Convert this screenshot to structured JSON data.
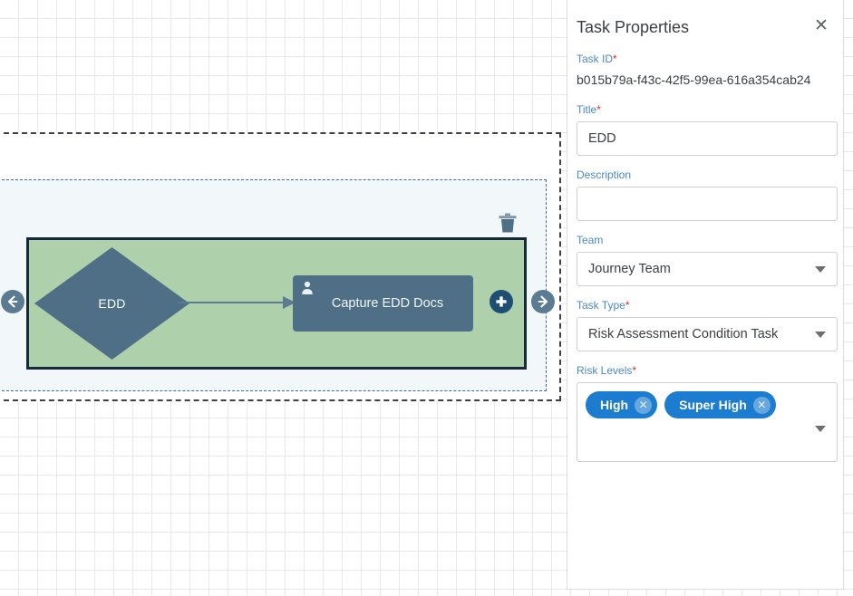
{
  "canvas": {
    "group_label": "decision-group",
    "nodes": [
      {
        "id": "edd-decision",
        "label": "EDD",
        "shape": "diamond"
      },
      {
        "id": "capture-edd-docs",
        "label": "Capture EDD Docs",
        "shape": "rounded-rect",
        "icon": "user-icon"
      }
    ],
    "controls": {
      "left_arrow": "←",
      "right_arrow": "→",
      "plus": "+",
      "delete": "trash-icon"
    }
  },
  "panel": {
    "title": "Task Properties",
    "close_label": "✕",
    "fields": {
      "task_id": {
        "label": "Task ID",
        "required": true,
        "value": "b015b79a-f43c-42f5-99ea-616a354cab24"
      },
      "title": {
        "label": "Title",
        "required": true,
        "value": "EDD",
        "placeholder": ""
      },
      "description": {
        "label": "Description",
        "required": false,
        "value": "",
        "placeholder": ""
      },
      "team": {
        "label": "Team",
        "required": false,
        "value": "Journey Team"
      },
      "task_type": {
        "label": "Task Type",
        "required": true,
        "value": "Risk Assessment Condition Task"
      },
      "risk_levels": {
        "label": "Risk Levels",
        "required": true,
        "chips": [
          {
            "label": "High",
            "remove": "✕"
          },
          {
            "label": "Super High",
            "remove": "✕"
          }
        ]
      }
    }
  },
  "colors": {
    "accent_blue": "#1c7cd0",
    "label_blue": "#4a89c7",
    "required_red": "#d93025",
    "group_green": "#aed0ab",
    "node_slate": "#4e6f86",
    "group_border": "#16283c"
  }
}
